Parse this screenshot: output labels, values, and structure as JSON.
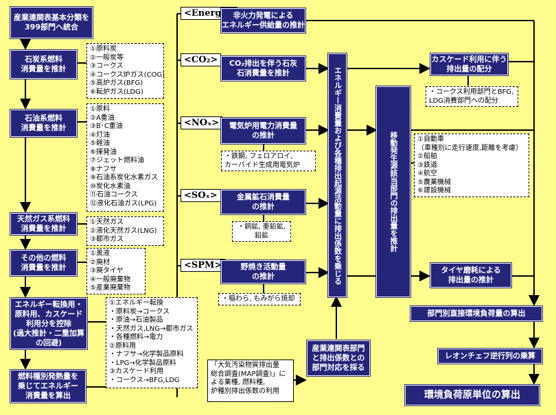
{
  "left_column": {
    "boxes": [
      "産業連関表基本分類を\n399部門へ統合",
      "石炭系燃料\n消費量を推計",
      "石油系燃料\n消費量を推計",
      "天然ガス系燃料\n消費量を推計",
      "その他の燃料\n消費量を推計",
      "エネルギー転換用・\n原料用、カスケード\n利用分を控除\n(過大推計・二重加算\nの回避)",
      "燃料種別発熱量を\n乗じてエネルギー\n消費量を算出"
    ]
  },
  "lists": {
    "coal": [
      "①原料炭",
      "②一般炭等",
      "③コークス",
      "④コークス炉ガス(COG)",
      "⑤高炉ガス(BFG)",
      "⑥転炉ガス(LDG)"
    ],
    "oil": [
      "①原料",
      "②A重油",
      "③B･C重油",
      "④灯油",
      "⑤軽油",
      "⑥揮発油",
      "⑦ジェット燃料油",
      "⑧ナフサ",
      "⑨石油系炭化水素ガス",
      "⑩炭化水素油",
      "⑪石油コークス",
      "⑫液化石油ガス(LPG)"
    ],
    "gas": [
      "①天然ガス",
      "②液化天然ガス(LNG)",
      "③都市ガス"
    ],
    "other": [
      "①黒液",
      "②廃材",
      "③廃タイヤ",
      "④一般廃棄物",
      "⑤産業廃棄物"
    ],
    "conversion": [
      "①エネルギー転換",
      "・原料炭→コークス",
      "・原油→石油製品",
      "・天然ガス,LNG→都市ガス",
      "・各種燃料→電力",
      "②原料用",
      "・ナフサ→化学製品原料",
      "・LPG→化学製品原料",
      "③カスケード利用",
      "・コークス→BFG,LDG"
    ]
  },
  "tags": [
    "<Energy>",
    "<CO₂>",
    "<NOₓ>",
    "<SOₓ>",
    "<SPM>"
  ],
  "middle": {
    "energy": "非火力発電による\nエネルギー供給量の推計",
    "co2": "CO₂排出を伴う石灰\n石消費量を推計",
    "nox": "電気炉用電力消費量\nの推計",
    "nox_note": [
      "・鉄鋼, フェロアロイ,",
      "カーバイド生成用電気炉"
    ],
    "sox": "金属鉱石消費量\nの推計",
    "sox_note": [
      "・銅鉱, 亜鉛鉱,",
      "鉛鉱"
    ],
    "spm": "野焼き活動量\nの推計",
    "spm_note": [
      "・稲わら, もみがら焼却"
    ]
  },
  "central_vertical": "エネルギー消費量および各種排出起源活動量に排出係数を乗じる",
  "mobile_vertical": "移動発生源該当部門の排出量を推計",
  "right": {
    "cascade": "カスケード利用に伴う\n排出量の配分",
    "cascade_note": [
      "・コークス利用部門とBFG,",
      "LDG消費部門への配分"
    ],
    "vehicles": [
      "①自動車",
      "（車種別に走行速度,距離を考慮）",
      "②船舶",
      "③鉄道",
      "④航空",
      "⑤農業機械",
      "⑥建設機械"
    ],
    "tire": "タイヤ磨耗による\n排出量の推計",
    "direct": "部門別直接環境負荷量の算出",
    "leontief": "レオンチェフ逆行列の乗算",
    "final": "環境負荷原単位の算出"
  },
  "bottom": {
    "map_survey": [
      "「大気汚染物質排出量",
      "総合調査(MAP調査)」に",
      "よる業種, 燃料種,",
      "炉種別排出係数の利用"
    ],
    "correspondence": "産業連関表部門\nと排出係数との\n部門対応を採る"
  },
  "colors": {
    "background": "#fdfc8c",
    "box": "#25257a"
  }
}
